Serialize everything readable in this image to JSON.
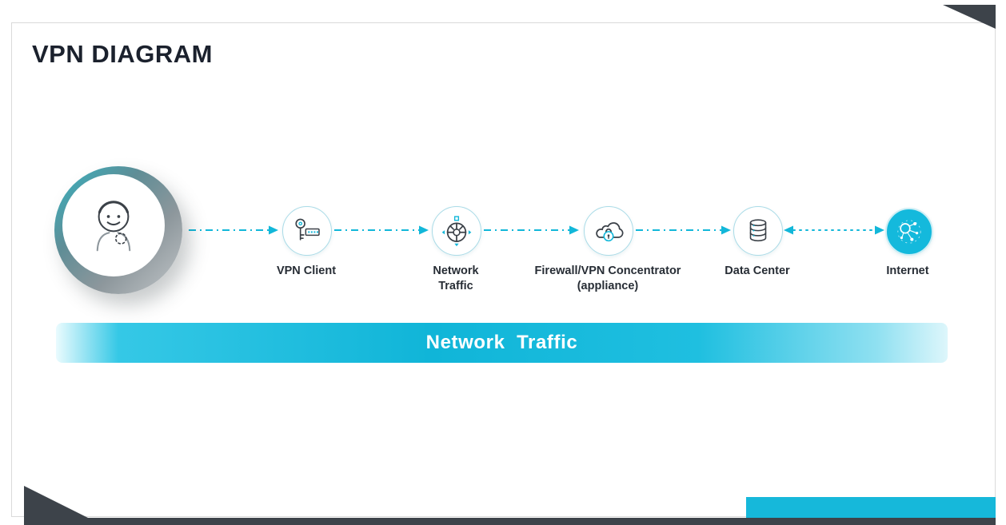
{
  "page": {
    "title": "VPN DIAGRAM"
  },
  "banner": {
    "label": "Network  Traffic"
  },
  "diagram": {
    "nodes": [
      {
        "name": "user",
        "label": ""
      },
      {
        "name": "vpn-client",
        "label": "VPN Client"
      },
      {
        "name": "network-traffic",
        "label": "Network Traffic"
      },
      {
        "name": "firewall-vpn-concentrator",
        "label": "Firewall/VPN Concentrator (appliance)"
      },
      {
        "name": "data-center",
        "label": "Data Center"
      },
      {
        "name": "internet",
        "label": "Internet"
      }
    ]
  },
  "colors": {
    "accent": "#12b7d9",
    "dark": "#3b4148"
  }
}
